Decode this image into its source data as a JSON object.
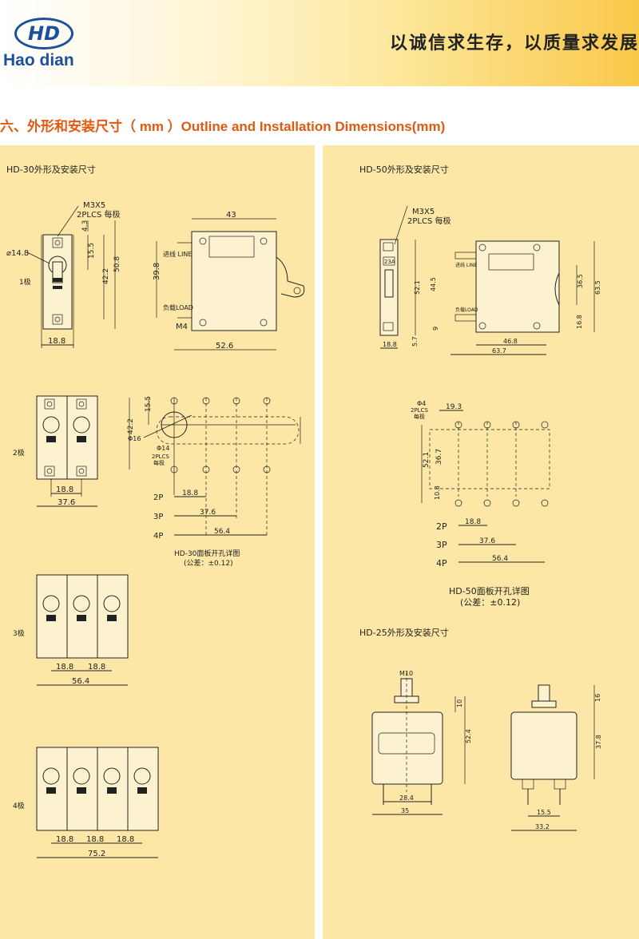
{
  "header": {
    "logo_mark": "HD",
    "logo_name": "Hao dian",
    "slogan": "以诚信求生存，以质量求发展"
  },
  "section_title": "六、外形和安装尺寸（ mm ）Outline and Installation Dimensions(mm)",
  "hd30": {
    "title": "HD-30外形及安装尺寸",
    "pole_labels": [
      "1极",
      "2极",
      "3极",
      "4极"
    ],
    "screw_label": "M3X5",
    "screw_count": "2PLCS 每极",
    "dia_label": "⌀14.8",
    "dims_1p": [
      "4.3",
      "15.5",
      "42.2",
      "50.8",
      "18.8"
    ],
    "side_dims": [
      "43",
      "39.8",
      "52.6",
      "M4"
    ],
    "line_label": "进线 LINE",
    "load_label": "负载LOAD",
    "dims_3p": [
      "18.8",
      "18.8",
      "56.4"
    ],
    "dims_4p": [
      "18.8",
      "18.8",
      "18.8",
      "75.2"
    ],
    "panel_dims": [
      "15.5",
      "42.2",
      "Φ16",
      "Φ14",
      "2PLCS",
      "每极",
      "18.8",
      "37.6",
      "56.4",
      "2P",
      "3P",
      "4P"
    ],
    "panel_caption": "HD-30面板开孔详图",
    "panel_tolerance": "(公差：±0.12)"
  },
  "hd50": {
    "title": "HD-50外形及安装尺寸",
    "screw_label": "M3X5",
    "screw_count": "2PLCS 每极",
    "rating": "23A",
    "front_dims": [
      "52.1",
      "44.5",
      "9",
      "18.8",
      "5.7"
    ],
    "line_label": "进线 LINE",
    "load_label": "负载LOAD",
    "side_dims": [
      "36.5",
      "63.5",
      "16.8",
      "46.8",
      "63.7"
    ],
    "panel_dims": [
      "Φ4",
      "2PLCS",
      "每极",
      "19.3",
      "52.1",
      "36.7",
      "10.8",
      "18.8",
      "37.6",
      "56.4",
      "2P",
      "3P",
      "4P"
    ],
    "panel_caption": "HD-50面板开孔详图",
    "panel_tolerance": "(公差：±0.12)"
  },
  "hd25": {
    "title": "HD-25外形及安装尺寸",
    "front_dims": [
      "M10",
      "10",
      "52.4",
      "28.4",
      "35"
    ],
    "side_dims": [
      "16",
      "37.8",
      "15.5",
      "33.2"
    ]
  }
}
